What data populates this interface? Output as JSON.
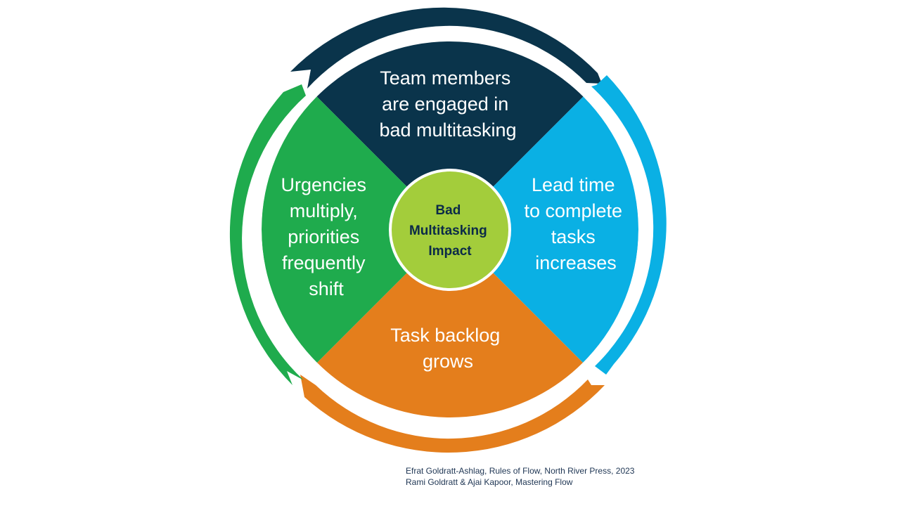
{
  "diagram": {
    "center": {
      "lines": [
        "Bad",
        "Multitasking",
        "Impact"
      ]
    },
    "segments": [
      {
        "id": "top",
        "lines": [
          "Team members",
          "are engaged in",
          "bad multitasking"
        ],
        "color": "#0a344b"
      },
      {
        "id": "right",
        "lines": [
          "Lead time",
          "to complete",
          "tasks",
          "increases"
        ],
        "color": "#0ab0e4"
      },
      {
        "id": "bottom",
        "lines": [
          "Task backlog",
          "grows"
        ],
        "color": "#e47e1c"
      },
      {
        "id": "left",
        "lines": [
          "Urgencies",
          "multiply,",
          "priorities",
          "frequently",
          "shift"
        ],
        "color": "#1fab4d"
      }
    ],
    "center_color": "#a3cd3b"
  },
  "citations": [
    "Efrat Goldratt-Ashlag, Rules of Flow, North River Press, 2023",
    "Rami Goldratt & Ajai Kapoor, Mastering Flow"
  ]
}
